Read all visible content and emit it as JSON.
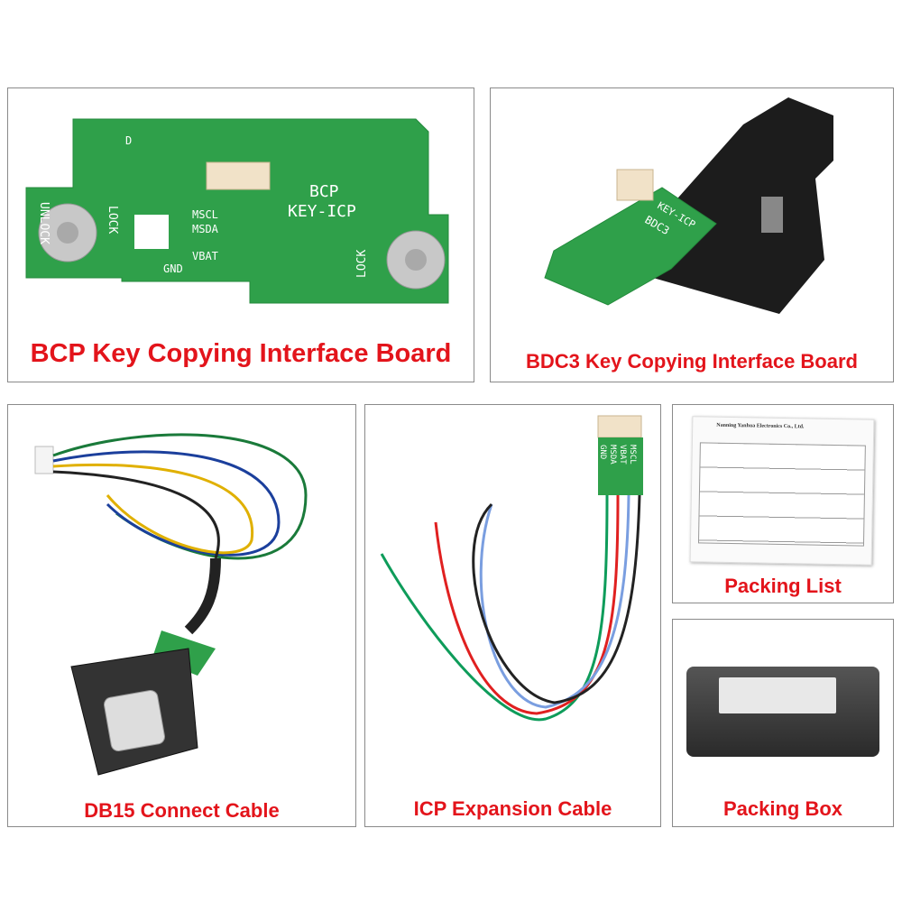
{
  "panels": {
    "bcp": {
      "caption": "BCP Key Copying Interface Board",
      "board_labels": [
        "BCP",
        "KEY-ICP",
        "MSCL",
        "MSDA",
        "VBAT",
        "GND",
        "LOCK",
        "UNLOCK",
        "D"
      ]
    },
    "bdc3": {
      "caption": "BDC3 Key Copying Interface Board",
      "board_labels": [
        "BDC3",
        "KEY-ICP"
      ]
    },
    "db15": {
      "caption": "DB15 Connect Cable"
    },
    "icp": {
      "caption": "ICP Expansion Cable",
      "pin_labels": [
        "GND",
        "MSDA",
        "VBAT",
        "MSCL"
      ]
    },
    "packing_list": {
      "caption": "Packing List",
      "doc_header": "Nanning Yanhua Electronics Co., Ltd."
    },
    "packing_box": {
      "caption": "Packing Box"
    }
  },
  "colors": {
    "caption": "#e3141b",
    "pcb": "#2fa04a",
    "border": "#8a8a8a"
  }
}
